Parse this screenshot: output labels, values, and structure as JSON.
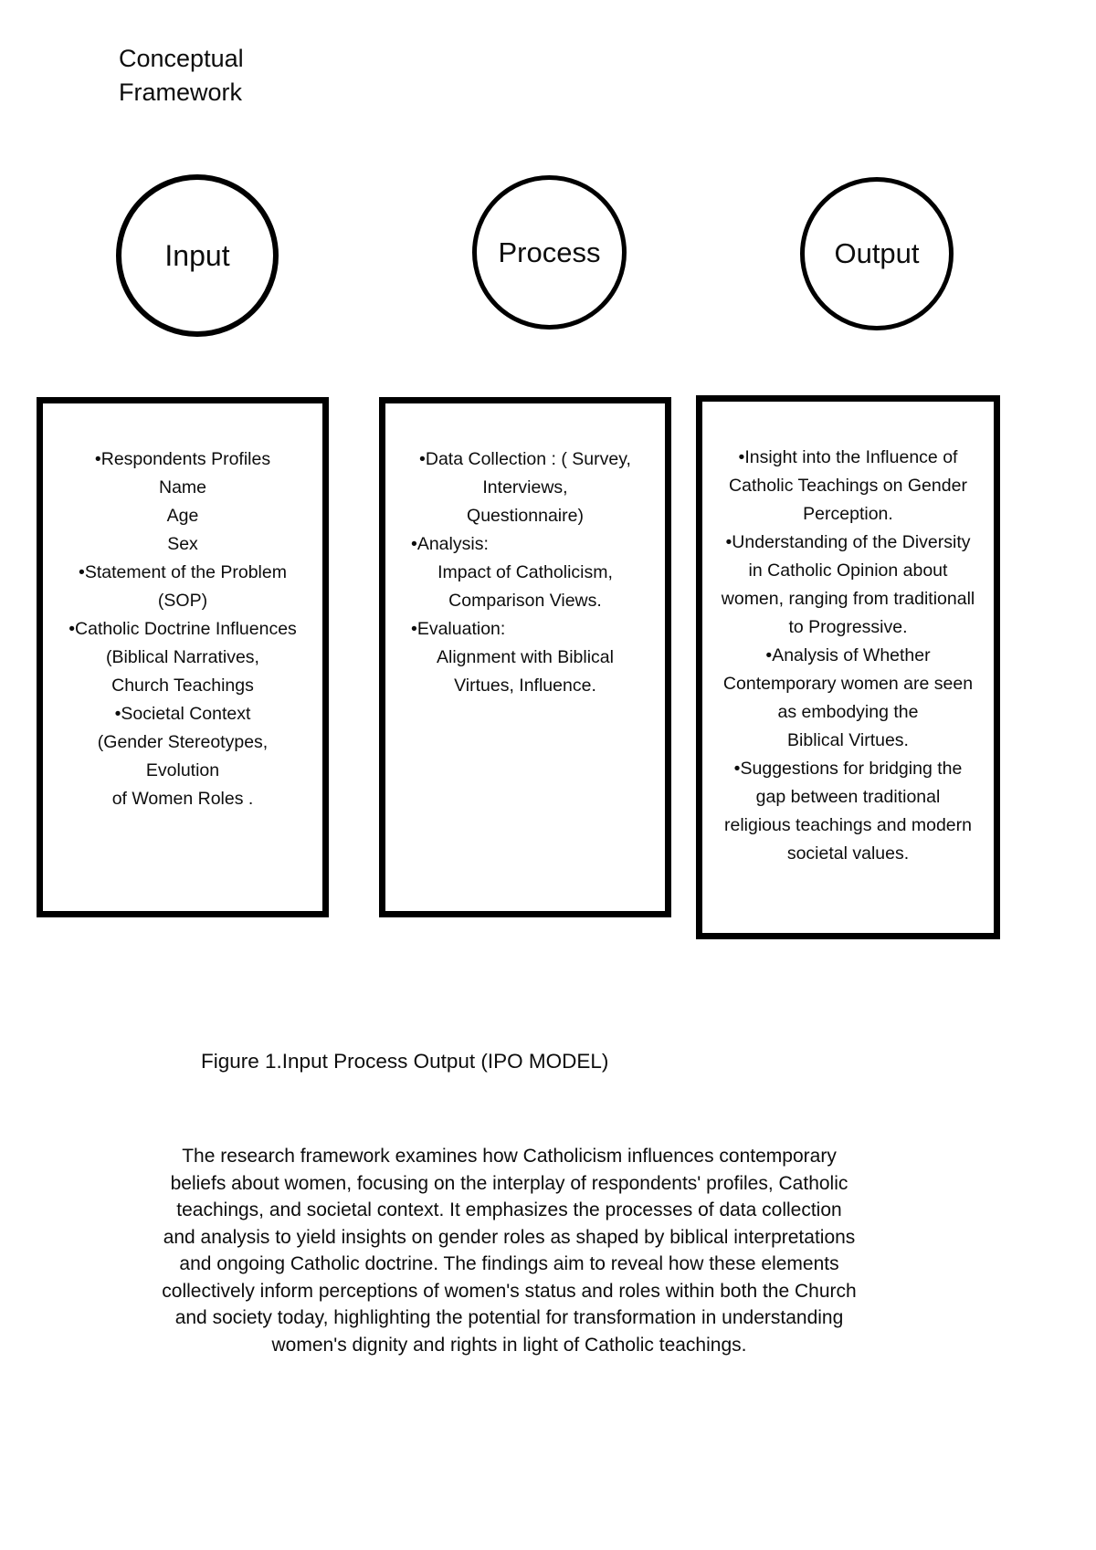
{
  "title": {
    "line1": "Conceptual",
    "line2": "Framework"
  },
  "circles": {
    "input": "Input",
    "process": "Process",
    "output": "Output"
  },
  "boxes": {
    "input": {
      "lines": [
        "•Respondents Profiles",
        "Name",
        "Age",
        "Sex",
        "•Statement of the Problem",
        "(SOP)",
        "•Catholic Doctrine Influences",
        "(Biblical Narratives,",
        "Church Teachings",
        "•Societal Context",
        "(Gender Stereotypes,",
        "Evolution",
        "of Women Roles ."
      ]
    },
    "process": {
      "lines": [
        {
          "text": "•Data Collection : ( Survey,"
        },
        {
          "text": "Interviews,"
        },
        {
          "text": "Questionnaire)"
        },
        {
          "text": "•Analysis:",
          "align": "left"
        },
        {
          "text": "Impact of Catholicism,"
        },
        {
          "text": "Comparison Views."
        },
        {
          "text": "•Evaluation:",
          "align": "left"
        },
        {
          "text": "Alignment with Biblical"
        },
        {
          "text": "Virtues, Influence."
        }
      ]
    },
    "output": {
      "lines": [
        "•Insight into the Influence of",
        "Catholic Teachings on Gender",
        "Perception.",
        "•Understanding of the Diversity",
        "in Catholic Opinion about",
        "women, ranging from traditionall",
        "to Progressive.",
        "•Analysis of Whether",
        "Contemporary women are seen",
        "as embodying the",
        "Biblical Virtues.",
        "•Suggestions for bridging the",
        "gap between traditional",
        "religious teachings and modern",
        "societal values."
      ]
    }
  },
  "caption": "Figure 1.Input Process Output (IPO MODEL)",
  "description_lines": [
    "The research framework examines how Catholicism influences contemporary",
    "beliefs about women, focusing on the interplay of respondents' profiles, Catholic",
    "teachings, and societal context. It emphasizes the processes of data collection",
    "and analysis to yield insights on gender roles as shaped by biblical interpretations",
    "and ongoing Catholic doctrine. The findings aim to reveal how these elements",
    "collectively inform perceptions of women's status and roles within both the Church",
    "and society today, highlighting the potential for transformation in understanding",
    "women's dignity and rights in light of Catholic teachings."
  ],
  "colors": {
    "ink": "#0d0d0d",
    "background": "#ffffff"
  }
}
